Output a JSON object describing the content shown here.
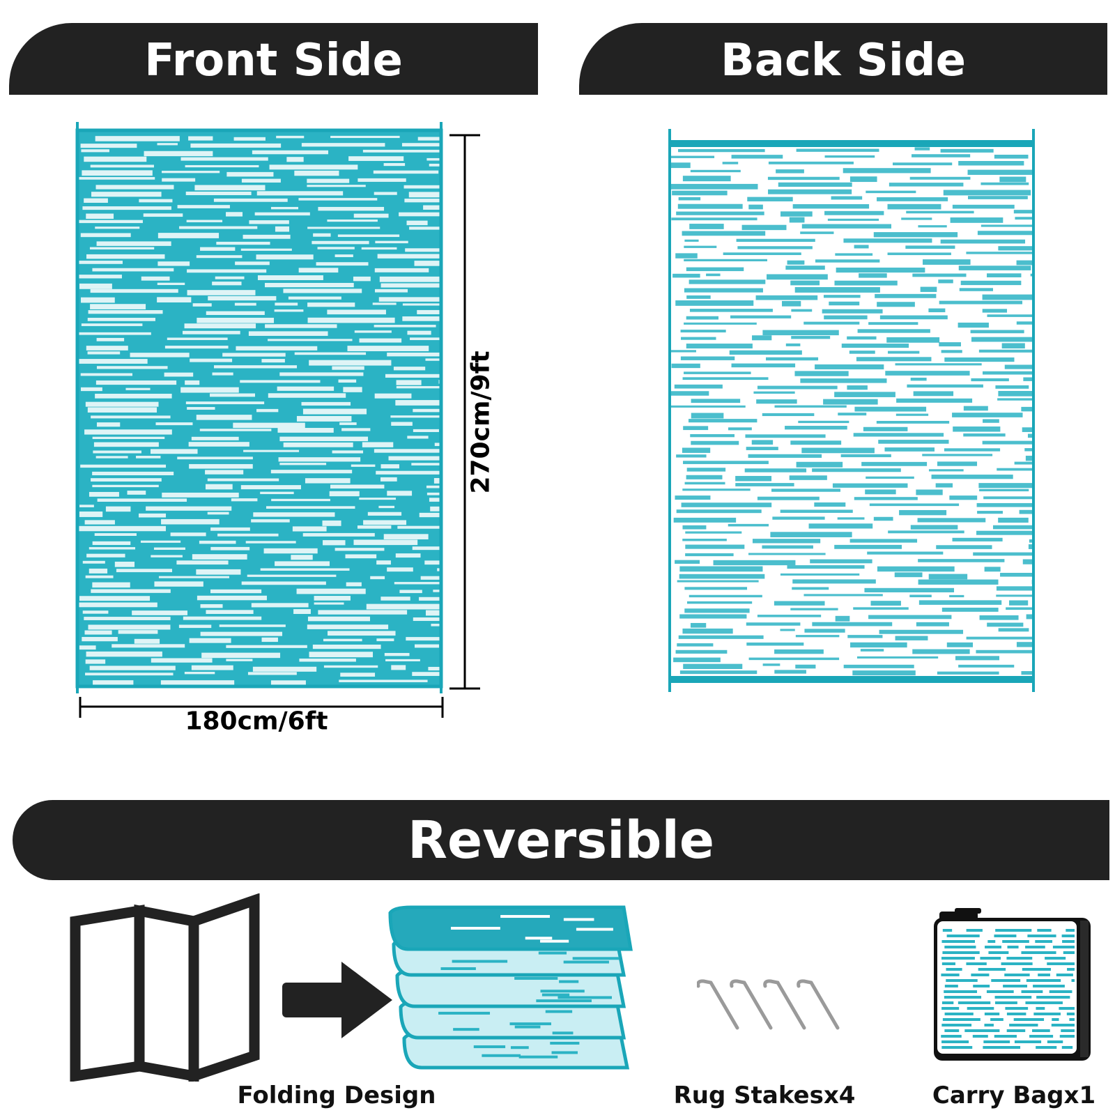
{
  "headers": {
    "front": "Front Side",
    "back": "Back Side",
    "reversible": "Reversible"
  },
  "dimensions": {
    "height": "270cm/9ft",
    "width": "180cm/6ft"
  },
  "features": {
    "folding": "Folding Design",
    "stakes": "Rug Stakesx4",
    "bag": "Carry Bagx1"
  },
  "colors": {
    "teal": "#2bb3c4",
    "banner": "#222222",
    "white": "#ffffff"
  },
  "icons": [
    "fold-panels-icon",
    "arrow-right-icon",
    "folded-rug-icon",
    "stake-icon",
    "carry-bag-icon"
  ]
}
